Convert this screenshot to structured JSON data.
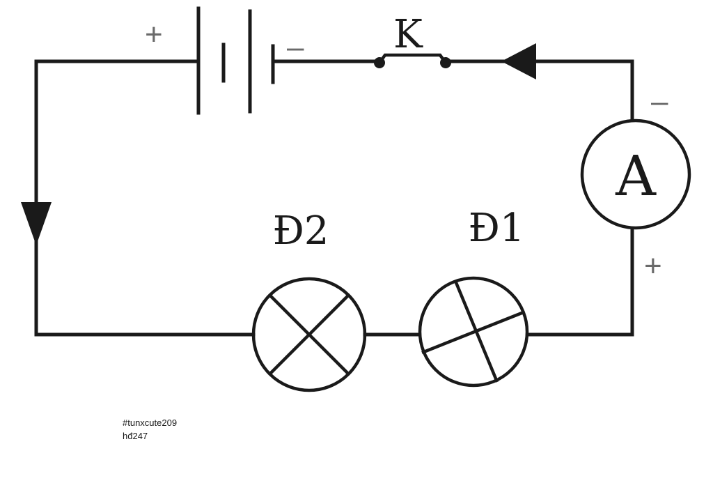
{
  "battery": {
    "plus": "+",
    "minus": "–"
  },
  "switch": {
    "label": "K"
  },
  "ammeter": {
    "letter": "A",
    "minus": "–",
    "plus": "+"
  },
  "lamps": [
    {
      "label": "Đ2"
    },
    {
      "label": "Đ1"
    }
  ],
  "notes": {
    "line1": "#tunxcute209",
    "line2": "hđ247"
  }
}
